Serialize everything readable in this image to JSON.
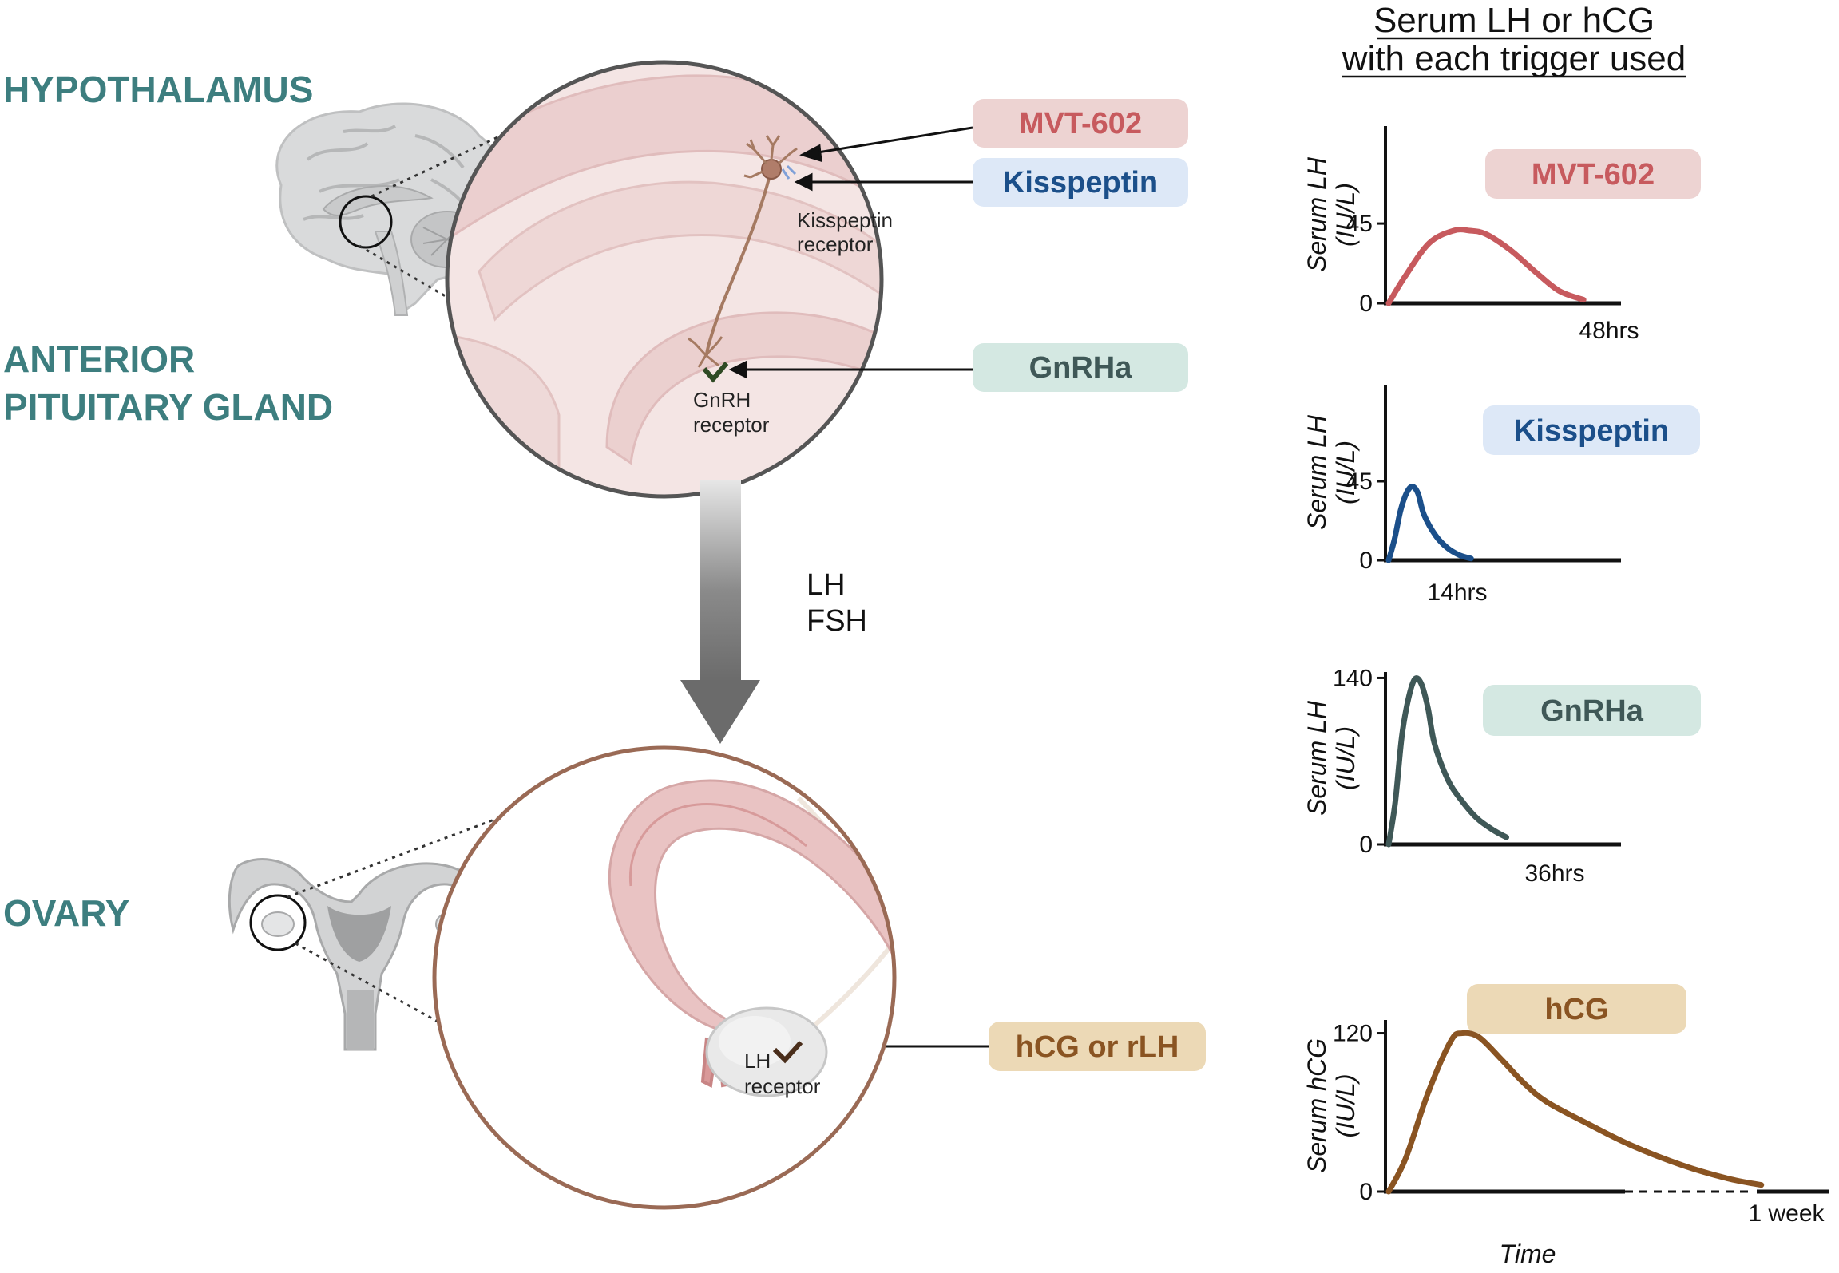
{
  "regions": {
    "hypothalamus": "HYPOTHALAMUS",
    "pituitary_line1": "ANTERIOR",
    "pituitary_line2": "PITUITARY GLAND",
    "ovary": "OVARY"
  },
  "receptors": {
    "kisspeptin_line1": "Kisspeptin",
    "kisspeptin_line2": "receptor",
    "gnrh_line1": "GnRH",
    "gnrh_line2": "receptor",
    "lh_line1": "LH",
    "lh_line2": "receptor"
  },
  "released": {
    "line1": "LH",
    "line2": "FSH"
  },
  "triggers": {
    "mvt602": "MVT-602",
    "kisspeptin": "Kisspeptin",
    "gnrha": "GnRHa",
    "hcg_rlh": "hCG or rLH"
  },
  "charts_header": {
    "line1": "Serum LH or hCG",
    "line2": "with each trigger used",
    "time_label": "Time"
  },
  "colors": {
    "region_text": "#3d7e7f",
    "mvt602": "#c75a5e",
    "mvt602_bg": "#edd3d2",
    "kisspeptin": "#1b4f8a",
    "kisspeptin_bg": "#dde8f7",
    "gnrha": "#3f5857",
    "gnrha_bg": "#d4e8e2",
    "hcg": "#8a5422",
    "hcg_bg": "#ecd9b6"
  },
  "chart_data": [
    {
      "type": "line",
      "badge": "MVT-602",
      "ylabel_line1": "Serum LH",
      "ylabel_line2": "(IU/L)",
      "yticks": [
        {
          "label": "45",
          "value": 45
        },
        {
          "label": "0",
          "value": 0
        }
      ],
      "ylim": [
        0,
        100
      ],
      "xlim": [
        0,
        58
      ],
      "x_end_label": "48hrs",
      "series": [
        {
          "x": [
            0,
            4,
            10,
            16,
            20,
            24,
            30,
            36,
            42,
            48
          ],
          "y": [
            0,
            15,
            34,
            41,
            41,
            39,
            30,
            18,
            7,
            2
          ]
        }
      ]
    },
    {
      "type": "line",
      "badge": "Kisspeptin",
      "ylabel_line1": "Serum LH",
      "ylabel_line2": "(IU/L)",
      "yticks": [
        {
          "label": "45",
          "value": 45
        },
        {
          "label": "0",
          "value": 0
        }
      ],
      "ylim": [
        0,
        100
      ],
      "xlim": [
        0,
        40
      ],
      "x_end_label": "14hrs",
      "series": [
        {
          "x": [
            0,
            1,
            2,
            3,
            4,
            5,
            6,
            8,
            10,
            12,
            14
          ],
          "y": [
            0,
            12,
            28,
            38,
            42,
            38,
            26,
            14,
            7,
            3,
            1
          ]
        }
      ]
    },
    {
      "type": "line",
      "badge": "GnRHa",
      "ylabel_line1": "Serum LH",
      "ylabel_line2": "(IU/L)",
      "yticks": [
        {
          "label": "140",
          "value": 140
        },
        {
          "label": "0",
          "value": 0
        }
      ],
      "ylim": [
        0,
        145
      ],
      "xlim": [
        0,
        72
      ],
      "x_end_label": "36hrs",
      "series": [
        {
          "x": [
            0,
            2,
            4,
            6,
            8,
            10,
            12,
            14,
            18,
            22,
            27,
            32,
            36
          ],
          "y": [
            0,
            35,
            90,
            122,
            139,
            135,
            115,
            85,
            55,
            38,
            22,
            12,
            6
          ]
        }
      ]
    },
    {
      "type": "line",
      "badge": "hCG",
      "ylabel_line1": "Serum hCG",
      "ylabel_line2": "(IU/L)",
      "yticks": [
        {
          "label": "120",
          "value": 120
        },
        {
          "label": "0",
          "value": 0
        }
      ],
      "ylim": [
        0,
        130
      ],
      "xlim": [
        0,
        7
      ],
      "x_end_label": "1 week",
      "series": [
        {
          "x": [
            0,
            0.3,
            0.7,
            1.1,
            1.3,
            1.6,
            2.0,
            2.4,
            2.8,
            3.5,
            4.3,
            5.2,
            6.0,
            6.6
          ],
          "y": [
            0,
            25,
            75,
            114,
            120,
            117,
            100,
            82,
            68,
            52,
            35,
            20,
            10,
            5
          ]
        }
      ]
    }
  ]
}
